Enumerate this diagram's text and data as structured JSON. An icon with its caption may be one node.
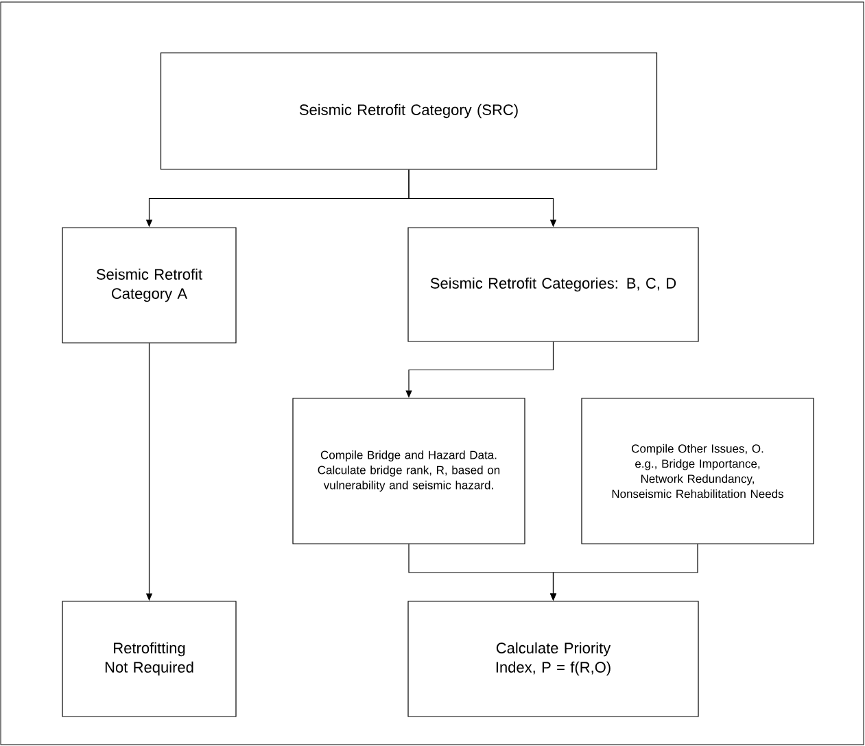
{
  "diagram": {
    "nodes": [
      {
        "text": [
          "Seismic Retrofit Category (SRC)"
        ]
      },
      {
        "text": [
          "Seismic Retrofit Category A"
        ]
      },
      {
        "text": [
          "Seismic Retrofit Categories: B, C, D"
        ]
      },
      {
        "text": [
          "Compile Bridge and Hazard Data.",
          "Calculate bridge rank, R, based on vulnerability and seismic hazard."
        ]
      },
      {
        "text": [
          "Compile Other Issues, O.",
          "e.g., Bridge Importance, Network Redundancy, Nonseismic Rehabilitation Needs"
        ]
      },
      {
        "text": [
          "Retrofitting Not Required"
        ]
      },
      {
        "text": [
          "Calculate Priority Index, P = f(R,O)"
        ]
      }
    ],
    "edges": [
      {
        "from": 0,
        "to": 1,
        "arrow": "to"
      },
      {
        "from": 0,
        "to": 2,
        "arrow": "to"
      },
      {
        "from": 1,
        "to": 5,
        "arrow": "to"
      },
      {
        "from": 2,
        "to": 3,
        "arrow": "to"
      },
      {
        "from": 3,
        "to": 6,
        "arrow": "to"
      },
      {
        "from": 4,
        "to": 6,
        "arrow": "to"
      }
    ]
  }
}
